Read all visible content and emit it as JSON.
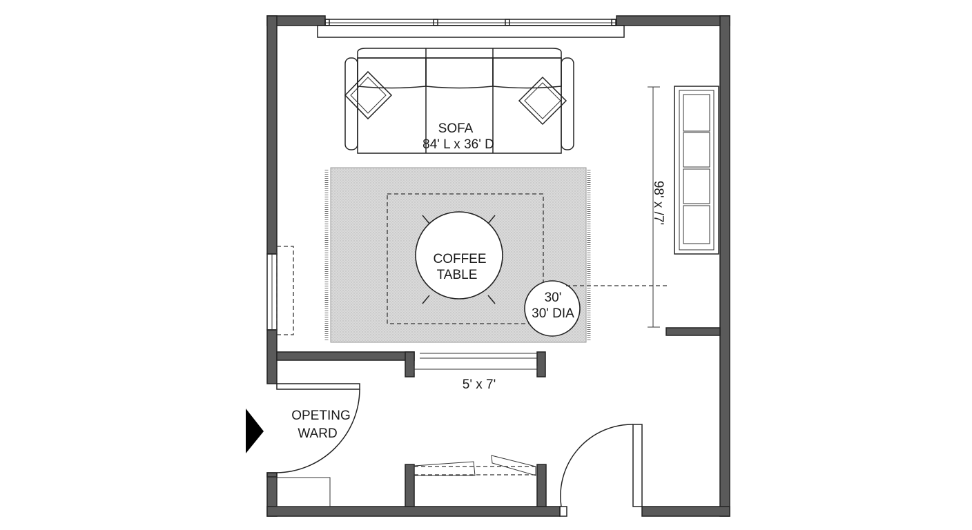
{
  "plan": {
    "sofa_label": "SOFA",
    "sofa_size": "84' L x 36' D",
    "table_label_1": "COFFEE",
    "table_label_2": "TABLE",
    "side_table_1": "30'",
    "side_table_2": "30' DIA",
    "rug_size": "5' x 7'",
    "wall_dim": "98' x /7'",
    "entry_label_1": "OPETING",
    "entry_label_2": "WARD"
  },
  "colors": {
    "wall": "#5a5a5a",
    "rug": "#d6d6d6",
    "line": "#222222",
    "arrow": "#000000"
  }
}
